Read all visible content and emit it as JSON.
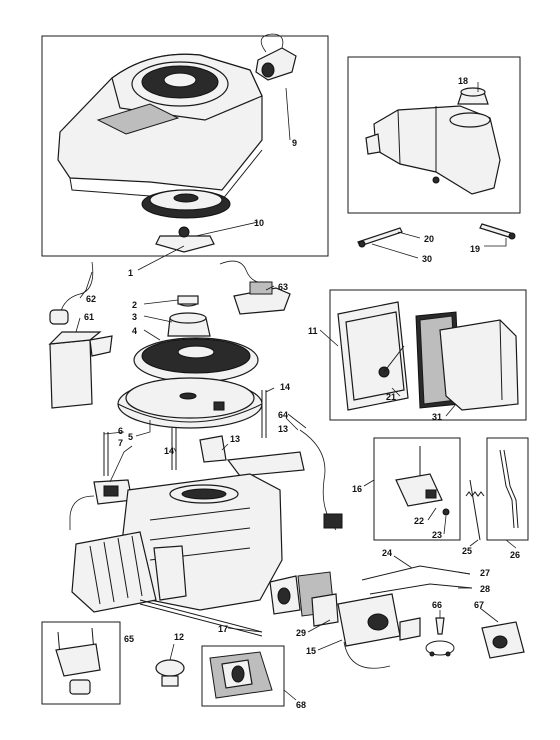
{
  "callouts": {
    "c1": "1",
    "c2": "2",
    "c3": "3",
    "c4": "4",
    "c5": "5",
    "c6": "6",
    "c7": "7",
    "c9": "9",
    "c10": "10",
    "c11": "11",
    "c12": "12",
    "c13a": "13",
    "c13b": "13",
    "c14a": "14",
    "c14b": "14",
    "c15": "15",
    "c16": "16",
    "c17": "17",
    "c18": "18",
    "c19": "19",
    "c20": "20",
    "c21": "21",
    "c22": "22",
    "c23": "23",
    "c24": "24",
    "c25": "25",
    "c26": "26",
    "c27": "27",
    "c28": "28",
    "c29": "29",
    "c30": "30",
    "c31": "31",
    "c61": "61",
    "c62": "62",
    "c63": "63",
    "c64": "64",
    "c65": "65",
    "c66": "66",
    "c67": "67",
    "c68": "68"
  }
}
